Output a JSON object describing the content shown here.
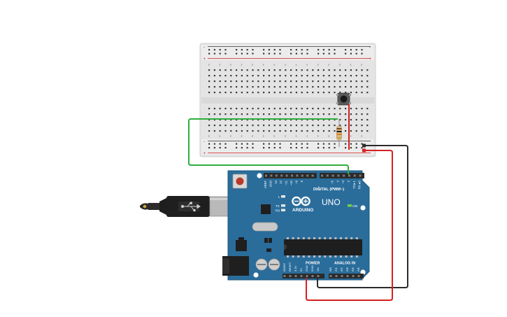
{
  "board": {
    "brand": "ARDUINO",
    "model": "UNO",
    "digital_label": "DIGITAL (PWM~)",
    "power_label": "POWER",
    "analog_label": "ANALOG IN",
    "on_label": "ON",
    "tx_label": "TX",
    "rx_label": "RX",
    "l_label": "L",
    "digital_pins": [
      "AREF",
      "GND",
      "13",
      "12",
      "~11",
      "~10",
      "~9",
      "8",
      "7",
      "~6",
      "~5",
      "4",
      "~3",
      "2",
      "TX►1",
      "RX◄0"
    ],
    "power_pins": [
      "IOREF",
      "RESET",
      "3.3V",
      "5V",
      "GND",
      "GND",
      "Vin"
    ],
    "analog_pins": [
      "A0",
      "A1",
      "A2",
      "A3",
      "A4",
      "A5"
    ]
  },
  "breadboard": {
    "top_rail_minus": "-",
    "top_rail_plus": "+",
    "bottom_rail_minus": "-",
    "bottom_rail_plus": "+"
  },
  "colors": {
    "board_blue": "#2a6d9b",
    "wire_green": "#2fae3c",
    "wire_red": "#d62020",
    "wire_black": "#2b2b2b",
    "breadboard": "#e6e6e6"
  }
}
